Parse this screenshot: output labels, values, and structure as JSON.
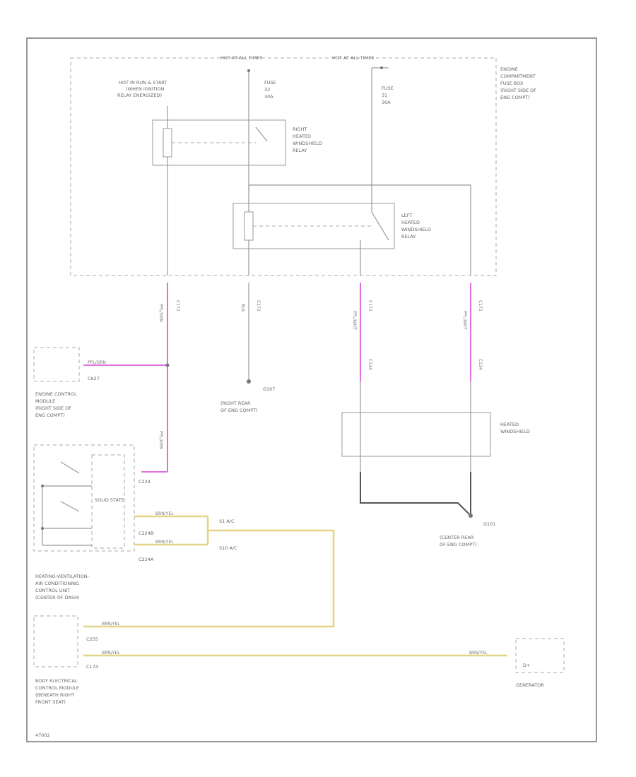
{
  "colors": {
    "pink_wire": "#e070e0",
    "yellow_wire": "#e3d488",
    "black_wire": "#555555",
    "line": "#999999"
  },
  "labels": {
    "hot_run_start": "HOT AT ALL TIMES",
    "hot_all_times": "HOT AT ALL TIMES",
    "relay_hot_1": "HOT IN RUN & START",
    "relay_hot_2": "(WHEN IGNITION",
    "relay_hot_3": "RELAY ENERGIZED)",
    "fuse_left_1": "FUSE",
    "fuse_left_2": "32",
    "fuse_left_3": "30A",
    "fuse_right_1": "FUSE",
    "fuse_right_2": "31",
    "fuse_right_3": "30A",
    "engine_fuse_1": "ENGINE",
    "engine_fuse_2": "COMPARTMENT",
    "engine_fuse_3": "FUSE BOX",
    "engine_fuse_4": "(RIGHT SIDE OF",
    "engine_fuse_5": "ENG COMPT)",
    "right_relay_1": "RIGHT",
    "right_relay_2": "HEATED",
    "right_relay_3": "WINDSHIELD",
    "right_relay_4": "RELAY",
    "left_relay_1": "LEFT",
    "left_relay_2": "HEATED",
    "left_relay_3": "WINDSHIELD",
    "left_relay_4": "RELAY",
    "wire_c172_a": "C172",
    "wire_c172_b": "C172",
    "wire_c172_c": "C172",
    "wire_c172_d": "C172",
    "wire_c134_a": "C134",
    "wire_c134_b": "C134",
    "ecm_1": "ENGINE CONTROL",
    "ecm_2": "MODULE",
    "ecm_3": "(RIGHT SIDE OF",
    "ecm_4": "ENG COMPT)",
    "ecm_conn": "C627",
    "ecm_wire": "PPL/GRN",
    "g107": "G107",
    "g107_loc_1": "(RIGHT REAR",
    "g107_loc_2": "OF ENG COMPT)",
    "heated_ws_1": "HEATED",
    "heated_ws_2": "WINDSHIELD",
    "g101": "G101",
    "g101_loc_1": "(CENTER REAR",
    "g101_loc_2": "OF ENG COMPT)",
    "hvac_1": "HEATING-VENTILATION-",
    "hvac_2": "AIR CONDITIONING",
    "hvac_3": "CONTROL UNIT",
    "hvac_4": "(CENTER OF DASH)",
    "hvac_conn_1": "C224",
    "hvac_conn_2": "C224B",
    "hvac_conn_3": "C224A",
    "hvac_internal": "SOLID STATE",
    "hvac_wire_1": "BRN/YEL",
    "hvac_wire_2": "BRN/YEL",
    "splice_1": "S1 A/C",
    "splice_2": "S10 A/C",
    "bec_1": "BODY ELECTRICAL",
    "bec_2": "CONTROL MODULE",
    "bec_3": "(BENEATH RIGHT",
    "bec_4": "FRONT SEAT)",
    "bec_conn_1": "C255",
    "bec_conn_2": "C174",
    "bec_wire_1": "BRN/YEL",
    "bec_wire_2": "BRN/YEL",
    "gen_wire": "BRN/YEL",
    "gen_terminal": "D+",
    "generator": "GENERATOR",
    "wire_pplgrn": "PPL/GRN",
    "wire_blk": "BLK",
    "wire_pplwht": "PPL/WHT",
    "footer": "47002"
  }
}
